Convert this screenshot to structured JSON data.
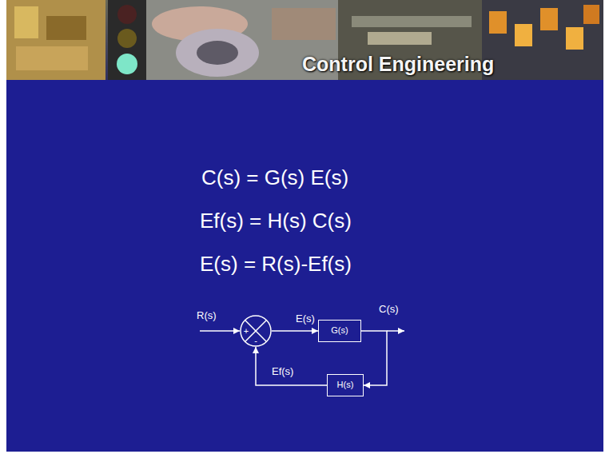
{
  "diagram": {
    "title": "Control Engineering",
    "nodes": [
      {
        "text": [
          "+",
          "-"
        ]
      },
      {
        "text": [
          "G(s)"
        ]
      },
      {
        "text": [
          "H(s)"
        ]
      }
    ],
    "edges": [
      {
        "from": 0,
        "to": 1,
        "arrow": "to",
        "label": "E(s)"
      },
      {
        "from": 1,
        "to": 2,
        "arrow": "to"
      },
      {
        "from": 2,
        "to": 0,
        "arrow": "to",
        "label": "Ef(s)"
      }
    ],
    "labels": [
      "C(s) = G(s) E(s)",
      "Ef(s) = H(s) C(s)",
      "E(s) = R(s)-Ef(s)",
      "R(s)",
      "C(s)"
    ]
  }
}
